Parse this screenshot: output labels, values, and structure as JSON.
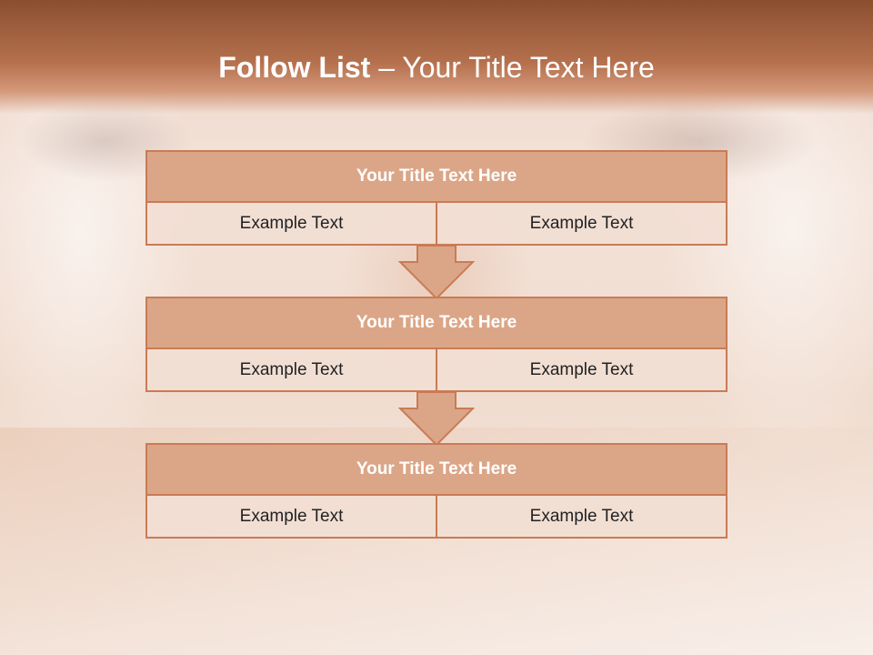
{
  "slide": {
    "title_bold": "Follow List",
    "title_rest": "– Your Title Text Here"
  },
  "blocks": [
    {
      "title": "Your Title Text Here",
      "left": "Example Text",
      "right": "Example Text"
    },
    {
      "title": "Your Title Text Here",
      "left": "Example Text",
      "right": "Example Text"
    },
    {
      "title": "Your Title Text Here",
      "left": "Example Text",
      "right": "Example Text"
    }
  ],
  "colors": {
    "header_dark": "#8a4f30",
    "accent": "#c97b55",
    "title_fill": "#dba687",
    "cell_fill": "#f2ded4"
  },
  "icons": [
    "down-arrow-icon",
    "down-arrow-icon"
  ]
}
